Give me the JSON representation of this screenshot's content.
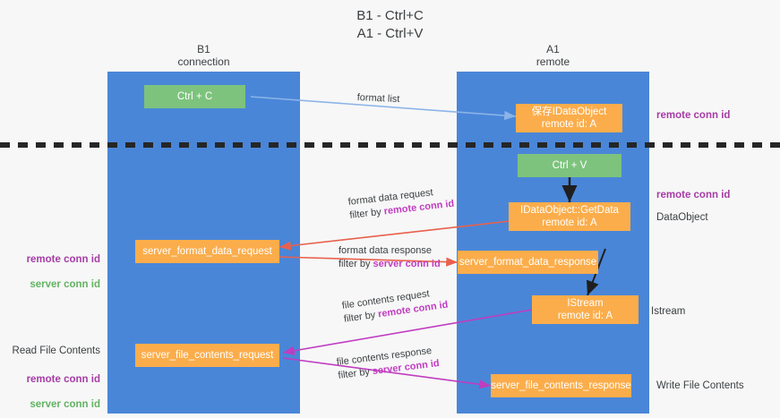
{
  "title": "B1 - Ctrl+C\nA1 - Ctrl+V",
  "lanes": [
    {
      "id": "b1",
      "header": "B1\nconnection"
    },
    {
      "id": "a1",
      "header": "A1\nremote"
    }
  ],
  "nodes": {
    "ctrl_c": "Ctrl + C",
    "save_idataobject": "保存IDataObject\nremote id: A",
    "ctrl_v": "Ctrl + V",
    "idataobject_getdata": "IDataObject::GetData\nremote id: A",
    "server_format_data_request": "server_format_data_request",
    "server_format_data_response": "server_format_data_response",
    "istream": "IStream\nremote id: A",
    "server_file_contents_request": "server_file_contents_request",
    "server_file_contents_response": "server_file_contents_response"
  },
  "right_labels": {
    "remote_conn_id_top": "remote conn id",
    "remote_conn_id_mid": "remote conn id",
    "dataobject": "DataObject",
    "istream": "Istream",
    "write_file_contents": "Write File Contents"
  },
  "left_labels": {
    "conn_ids_mid": {
      "remote": "remote conn id",
      "server": "server conn id"
    },
    "read_file_contents": "Read File Contents",
    "conn_ids_bottom": {
      "remote": "remote conn id",
      "server": "server conn id"
    }
  },
  "edges": [
    {
      "id": "format-list",
      "line1": "format list",
      "line2": "",
      "hl": ""
    },
    {
      "id": "format-data-request",
      "line1": "format data request",
      "line2_pre": "filter by ",
      "hl": "remote conn id"
    },
    {
      "id": "format-data-response",
      "line1": "format data response",
      "line2_pre": "filter by ",
      "hl": "server conn id"
    },
    {
      "id": "file-contents-request",
      "line1": "file contents request",
      "line2_pre": "filter by ",
      "hl": "remote conn id"
    },
    {
      "id": "file-contents-response",
      "line1": "file contents response",
      "line2_pre": "filter by ",
      "hl": "server conn id"
    }
  ],
  "colors": {
    "lane": "#4a86d8",
    "node_orange": "#fbad4b",
    "node_green": "#7dc37d",
    "purple": "#a63ca6",
    "green_text": "#63b363",
    "divider": "#262626",
    "arrow_blue": "#8ab4e8",
    "arrow_red": "#e8614d",
    "arrow_magenta": "#c03cc0",
    "arrow_black": "#1f1f1f"
  }
}
